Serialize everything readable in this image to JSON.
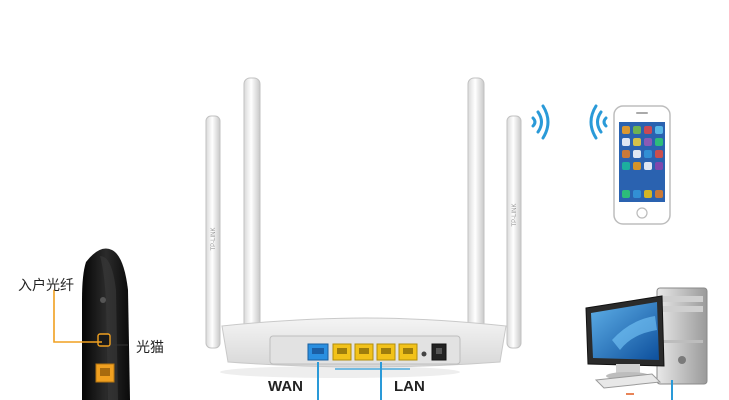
{
  "labels": {
    "fiber_in": "入户光纤",
    "modem": "光猫",
    "wan": "WAN",
    "lan": "LAN"
  },
  "device_text": {
    "brand": "TP-LINK"
  },
  "icons": {
    "router": "wifi-router-icon",
    "modem": "optical-modem-icon",
    "phone": "smartphone-icon",
    "computer": "desktop-computer-icon",
    "wifi": "wifi-signal-icon"
  },
  "colors": {
    "fiber_line": "#f0a020",
    "network_line": "#2a9ad8",
    "wan_port": "#2a8fe0",
    "lan_port": "#f2c21a",
    "wifi_signal": "#2a9ad8"
  }
}
